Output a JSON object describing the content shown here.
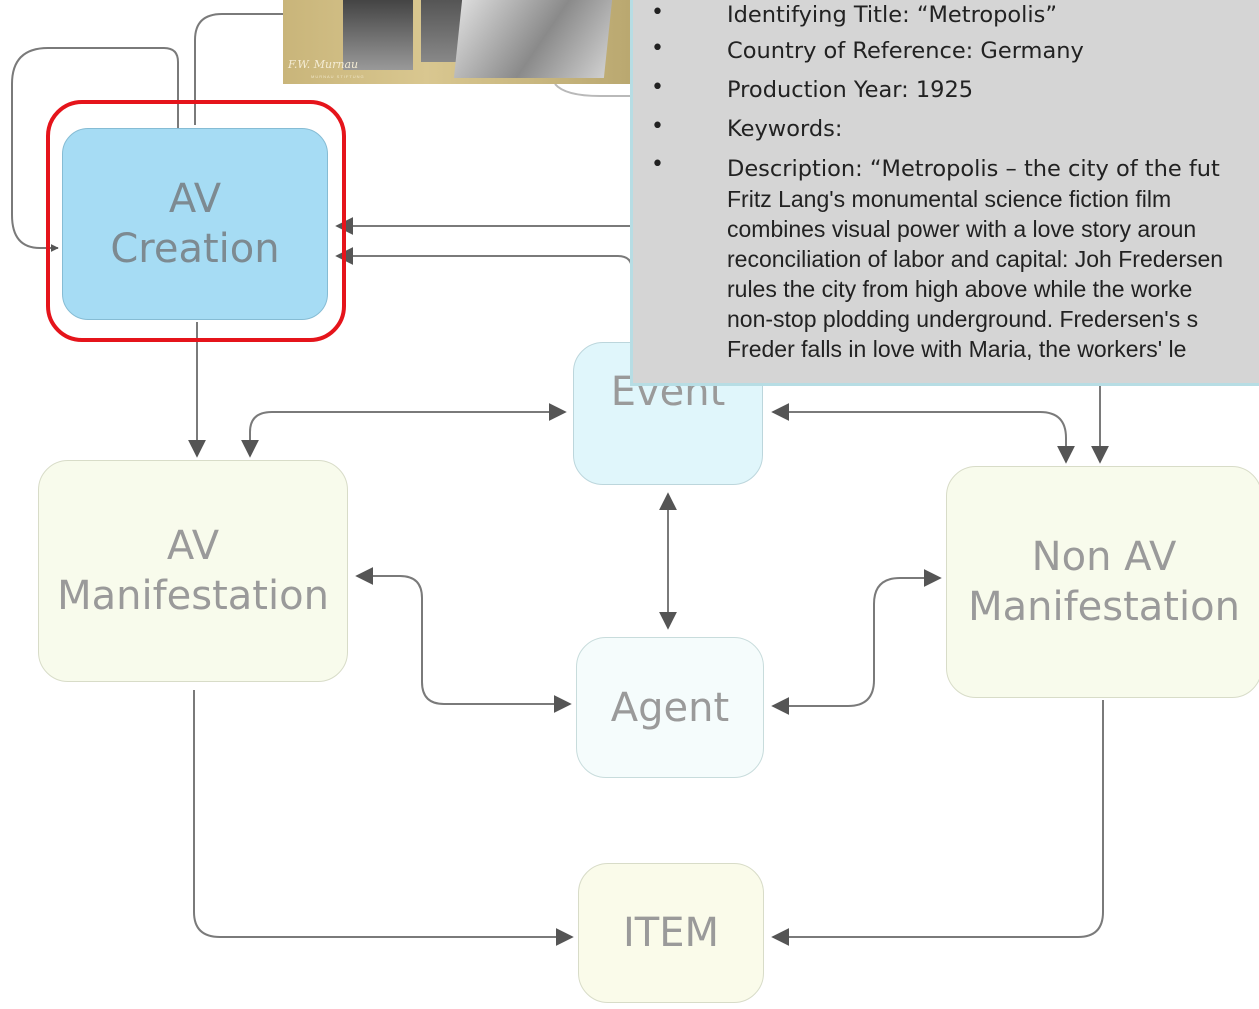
{
  "diagram": {
    "nodes": {
      "av_creation": [
        "AV",
        "Creation"
      ],
      "event": "Event",
      "av_manifestation": [
        "AV",
        "Manifestation"
      ],
      "non_av_manifestation": [
        "Non AV",
        "Manifestation"
      ],
      "agent": "Agent",
      "item": "ITEM"
    },
    "highlighted_node": "av_creation",
    "colors": {
      "creation_fill": "#a6dcf4",
      "event_fill": "#e0f6fb",
      "manifestation_fill": "#f8fbec",
      "agent_fill": "#f5fcfc",
      "item_fill": "#fafbea",
      "highlight_border": "#e5141b",
      "connector": "#777777"
    }
  },
  "thumbnail": {
    "signature": "F.W. Murnau",
    "subtitle": "MURNAU STIFTUNG"
  },
  "info_panel": {
    "fields": [
      "Identifying Title: “Metropolis”",
      "Country of Reference: Germany",
      "Production Year: 1925",
      "Keywords:"
    ],
    "description_lines": [
      "Description: “Metropolis – the city of the fut",
      "Fritz Lang's monumental science fiction film",
      "combines visual power with a love story aroun",
      "reconciliation of labor and capital: Joh Fredersen",
      "rules the city from high above while the worke",
      "non-stop plodding underground. Fredersen's s",
      "Freder falls in love with Maria, the workers' le"
    ]
  }
}
